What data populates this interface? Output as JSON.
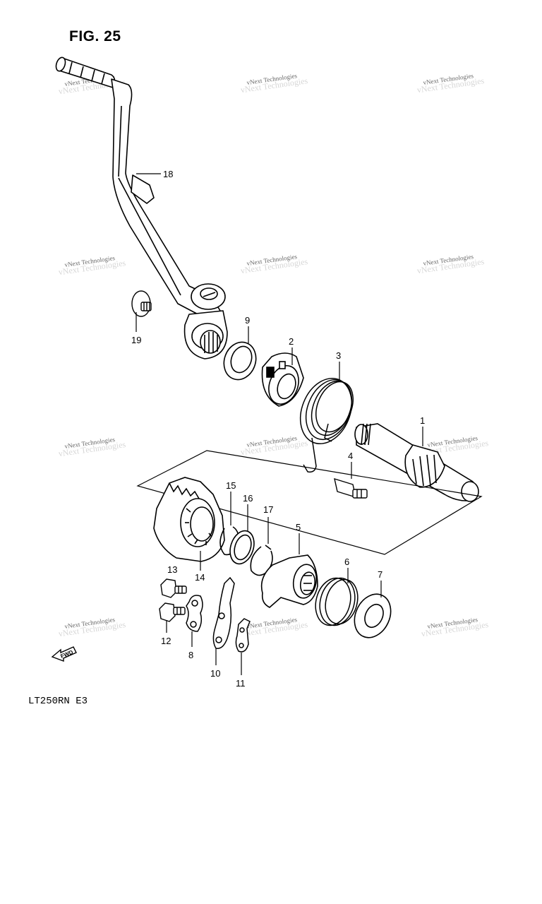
{
  "figure": {
    "title": "FIG. 25",
    "model_code": "LT250RN  E3",
    "fwd_label": "FWD",
    "watermark_text": "vNext Technologies"
  },
  "callouts": {
    "c1": "1",
    "c2": "2",
    "c3": "3",
    "c4": "4",
    "c5": "5",
    "c6": "6",
    "c7": "7",
    "c8": "8",
    "c9": "9",
    "c10": "10",
    "c11": "11",
    "c12": "12",
    "c13": "13",
    "c14": "14",
    "c15": "15",
    "c16": "16",
    "c17": "17",
    "c18": "18",
    "c19": "19"
  }
}
